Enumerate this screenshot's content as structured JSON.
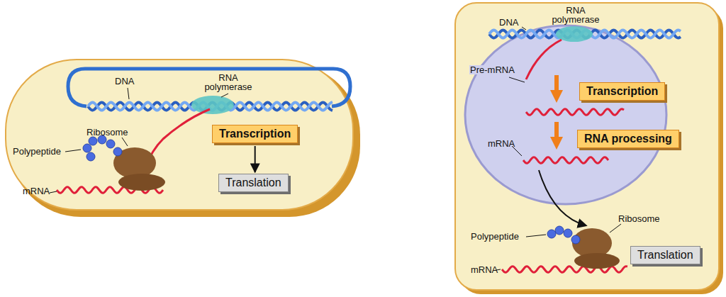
{
  "diagram": {
    "nodes": [
      {
        "text": [
          "Transcription"
        ]
      },
      {
        "text": [
          "Translation"
        ]
      },
      {
        "text": [
          "Transcription"
        ]
      },
      {
        "text": [
          "RNA processing"
        ]
      },
      {
        "text": [
          "Translation"
        ]
      }
    ],
    "edges": [
      {
        "from": 0,
        "to": 1,
        "arrow": "to"
      }
    ],
    "labels": [
      "DNA",
      "RNA polymerase",
      "Ribosome",
      "Polypeptide",
      "mRNA",
      "DNA",
      "RNA polymerase",
      "Pre-mRNA",
      "mRNA",
      "Ribosome",
      "Polypeptide",
      "mRNA"
    ]
  }
}
